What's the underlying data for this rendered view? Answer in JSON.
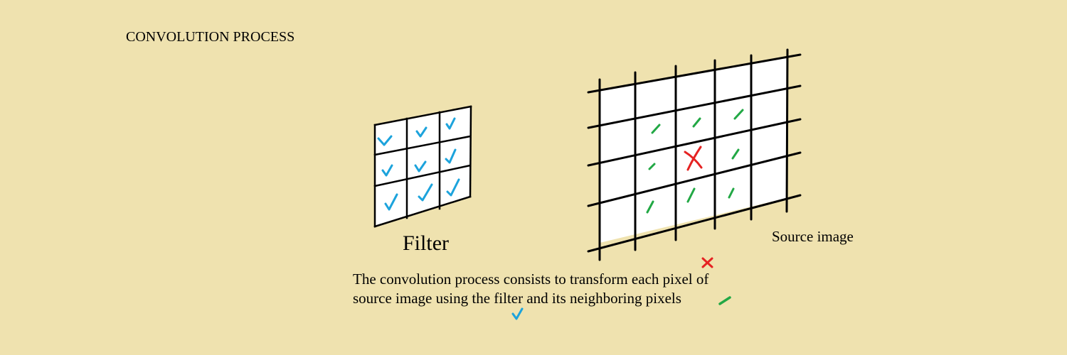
{
  "title": "CONVOLUTION PROCESS",
  "filter": {
    "label": "Filter",
    "rows": 3,
    "cols": 3,
    "mark_icon": "check-icon",
    "mark_color": "#1CA3DC"
  },
  "source_image": {
    "label": "Source image",
    "neighbor_icon": "tick-icon",
    "neighbor_color": "#22A845",
    "center_icon": "cross-icon",
    "center_color": "#E52222"
  },
  "description": {
    "line1": "The convolution process consists to transform each pixel of",
    "line2": "source image using the filter and its neighboring pixels"
  }
}
